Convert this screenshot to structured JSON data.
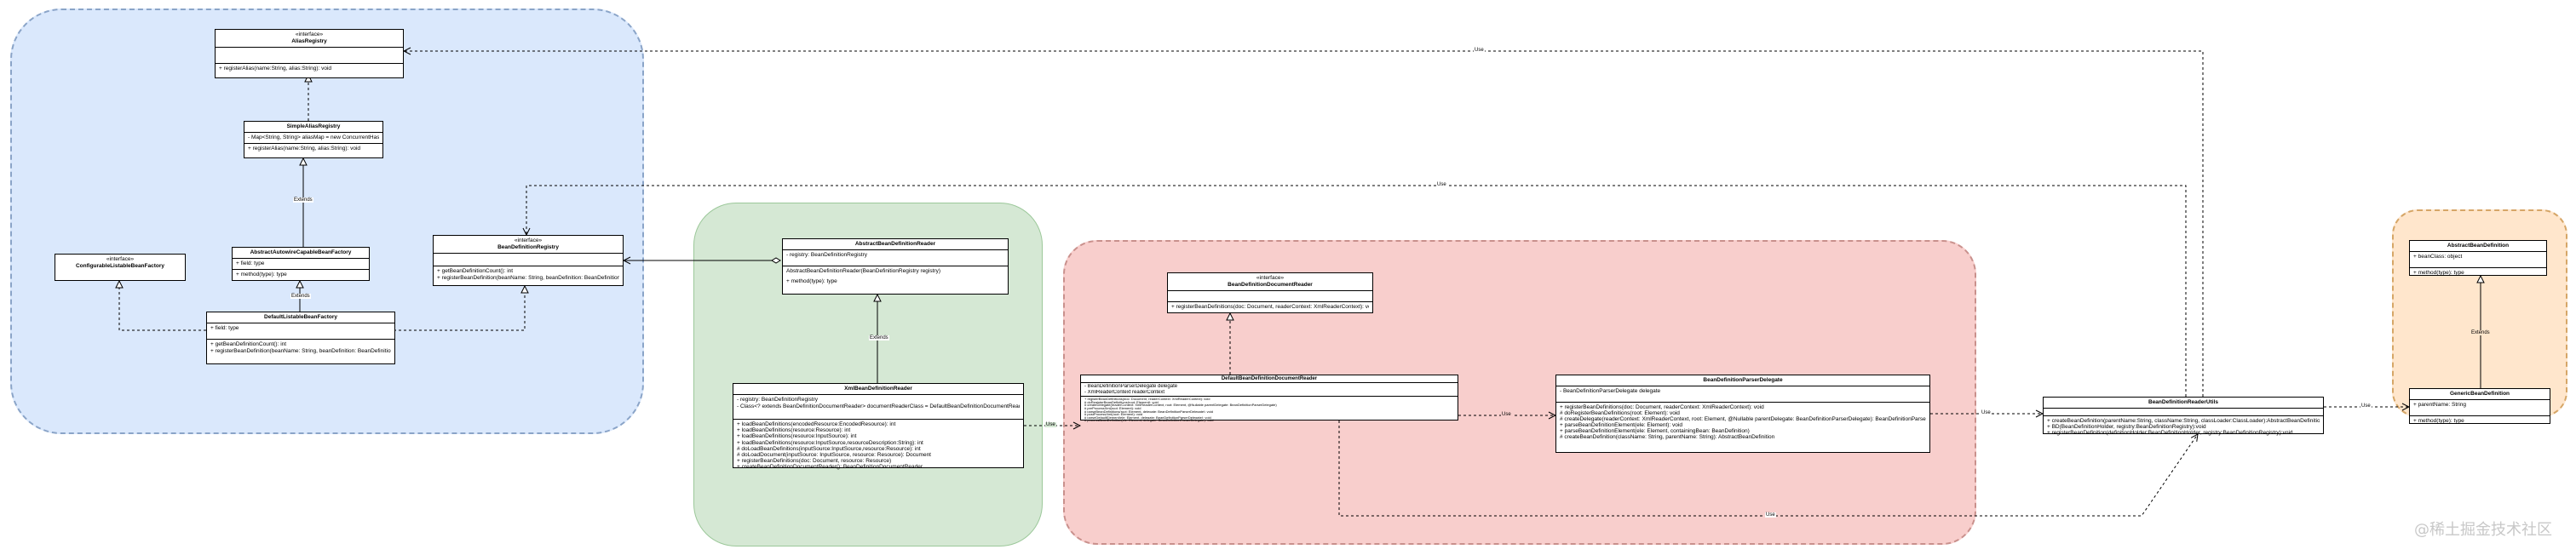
{
  "classes": {
    "alias_registry": {
      "stereotype": "«interface»",
      "name": "AliasRegistry",
      "fields": [],
      "methods": [
        "+ registerAlias(name:String, alias:String): void"
      ]
    },
    "simple_alias_registry": {
      "stereotype": "",
      "name": "SimpleAliasRegistry",
      "fields": [
        "- Map<String, String> aliasMap = new ConcurrentHashMap"
      ],
      "methods": [
        "+ registerAlias(name:String, alias:String): void"
      ]
    },
    "abstract_autowire_factory": {
      "stereotype": "",
      "name": "AbstractAutowireCapableBeanFactory",
      "fields": [
        "+ field: type"
      ],
      "methods": [
        "+ method(type): type"
      ]
    },
    "configurable_factory": {
      "stereotype": "«interface»",
      "name": "ConfigurableListableBeanFactory",
      "fields": [],
      "methods": []
    },
    "bean_definition_registry": {
      "stereotype": "«interface»",
      "name": "BeanDefinitionRegistry",
      "fields": [],
      "methods": [
        "+ getBeanDefinitionCount(): int",
        "+ registerBeanDefinition(beanName: String, beanDefinition: BeanDefinition): void"
      ]
    },
    "default_listable_factory": {
      "stereotype": "",
      "name": "DefaultListableBeanFactory",
      "fields": [
        "+ field: type"
      ],
      "methods": [
        "+ getBeanDefinitionCount(): int",
        "+ registerBeanDefinition(beanName: String, beanDefinition: BeanDefinition): void"
      ]
    },
    "abstract_reader": {
      "stereotype": "",
      "name": "AbstractBeanDefinitionReader",
      "fields": [
        "- registry: BeanDefinitionRegistry"
      ],
      "methods": [
        "AbstractBeanDefinitionReader(BeanDefinitionRegistry registry)",
        "+ method(type): type"
      ]
    },
    "xml_reader": {
      "stereotype": "",
      "name": "XmlBeanDefinitionReader",
      "fields": [
        "- registry: BeanDefinitionRegistry",
        "- Class<? extends BeanDefinitionDocumentReader> documentReaderClass = DefaultBeanDefinitionDocumentReader.class"
      ],
      "methods": [
        "+ loadBeanDefinitions(encodedResource:EncodedResource): int",
        "+ loadBeanDefinitions(resource:Resource): int",
        "+ loadBeanDefinitions(resource:InputSource): int",
        "+ loadBeanDefinitions(resource:InputSource,resourceDescription:String): int",
        "# doLoadBeanDefinitions(inputSource:InputSource,resource:Resource): int",
        "# doLoadDocument(inputSource: InputSource, resource: Resource): Document",
        "+ registerBeanDefinitions(doc: Document, resource: Resource)",
        "+ createBeanDefinitionDocumentReader(): BeanDefinitionDocumentReader"
      ]
    },
    "document_reader": {
      "stereotype": "«interface»",
      "name": "BeanDefinitionDocumentReader",
      "fields": [],
      "methods": [
        "+ registerBeanDefinitions(doc: Document, readerContext: XmlReaderContext): void"
      ]
    },
    "default_document_reader": {
      "stereotype": "",
      "name": "DefaultBeanDefinitionDocumentReader",
      "fields": [
        "- BeanDefinitionParserDelegate delegate",
        "- XmlReaderContext readerContext"
      ],
      "methods": [
        "+ registerBeanDefinitions(doc: Document, readerContext: XmlReaderContext): void",
        "# doRegisterBeanDefinitions(root: Element): void",
        "# createDelegate(readerContext: XmlReaderContext, root: Element, @Nullable parentDelegate: BeanDefinitionParserDelegate)",
        "# preProcessXml(root: Element): void",
        "# parseBeanDefinitions(root: Element, delegate: BeanDefinitionParserDelegate): void",
        "# postProcessXml(root: Element): void",
        "# parseDefaultElement(ele: Element, delegate: BeanDefinitionParserDelegate): void",
        "# processBeanDefinition(ele: Element, delegate: BeanDefinitionParserDelegate): void"
      ]
    },
    "parser_delegate": {
      "stereotype": "",
      "name": "BeanDefinitionParserDelegate",
      "fields": [
        "- BeanDefinitionParserDelegate delegate"
      ],
      "methods": [
        "+ registerBeanDefinitions(doc: Document, readerContext: XmlReaderContext): void",
        "# doRegisterBeanDefinitions(root: Element): void",
        "# createDelegate(readerContext: XmlReaderContext, root: Element, @Nullable parentDelegate: BeanDefinitionParserDelegate): BeanDefinitionParserDelegate",
        "+ parseBeanDefinitionElement(ele: Element): void",
        "+ parseBeanDefinitionElement(ele: Element, containingBean: BeanDefinition)",
        "# createBeanDefinition(className: String, parentName: String): AbstractBeanDefinition"
      ]
    },
    "reader_utils": {
      "stereotype": "",
      "name": "BeanDefinitionReaderUtils",
      "fields": [],
      "methods": [
        "+ createBeanDefinition(parentName:String, className:String, classLoader:ClassLoader):AbstractBeanDefinition",
        "+ BD(BeanDefinitionHolder, registry:BeanDefinitionRegistry):void",
        "+ registerBeanDefinition(definitionHolder:BeanDefinitionHolder, registry:BeanDefinitionRegistry):void"
      ]
    },
    "abstract_bean_definition": {
      "stereotype": "",
      "name": "AbstractBeanDefinition",
      "fields": [
        "+ beanClass: object"
      ],
      "methods": [
        "+ method(type): type"
      ]
    },
    "generic_bean_definition": {
      "stereotype": "",
      "name": "GenericBeanDefinition",
      "fields": [
        "+ parentName: String"
      ],
      "methods": [
        "+ method(type): type"
      ]
    }
  },
  "labels": {
    "extends": "Extends",
    "use": "Use"
  },
  "watermark": "@稀土掘金技术社区",
  "colors": {
    "blue_group": "#dae8fc",
    "green_group": "#d5e8d4",
    "red_group": "#f8cecc",
    "orange_group": "#ffe6cc"
  }
}
